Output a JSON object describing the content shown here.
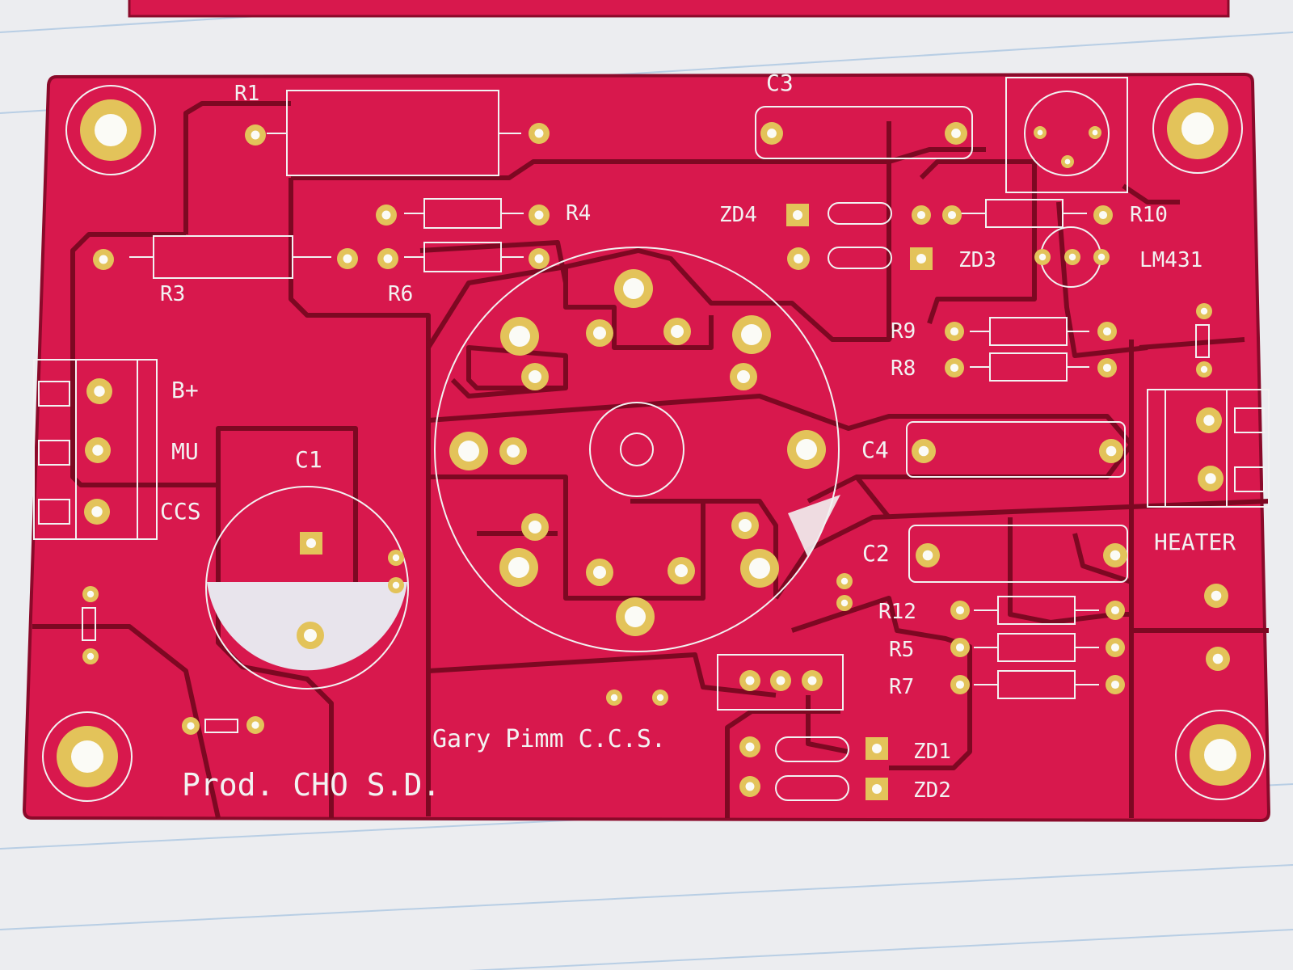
{
  "colors": {
    "paper": "#ecedf0",
    "paper_line": "#8fb6dc",
    "board": "#d8184d",
    "board_edge": "#8a0a2a",
    "trace_gap": "#7d0822",
    "silkscreen": "#f2f2f2",
    "pad_gold": "#e3c35a",
    "hole": "#fbfbf6"
  },
  "components": {
    "resistors": [
      "R1",
      "R3",
      "R4",
      "R6",
      "R10",
      "R9",
      "R8",
      "R12",
      "R5",
      "R7"
    ],
    "capacitors": [
      "C1",
      "C2",
      "C3",
      "C4"
    ],
    "zener_diodes": [
      "ZD1",
      "ZD2",
      "ZD3",
      "ZD4"
    ],
    "ic": "LM431"
  },
  "connectors": {
    "b_plus": "B+",
    "mu": "MU",
    "ccs": "CCS",
    "heater": "HEATER"
  },
  "credits": {
    "design": "Gary Pimm C.C.S.",
    "producer": "Prod. CHO S.D."
  }
}
